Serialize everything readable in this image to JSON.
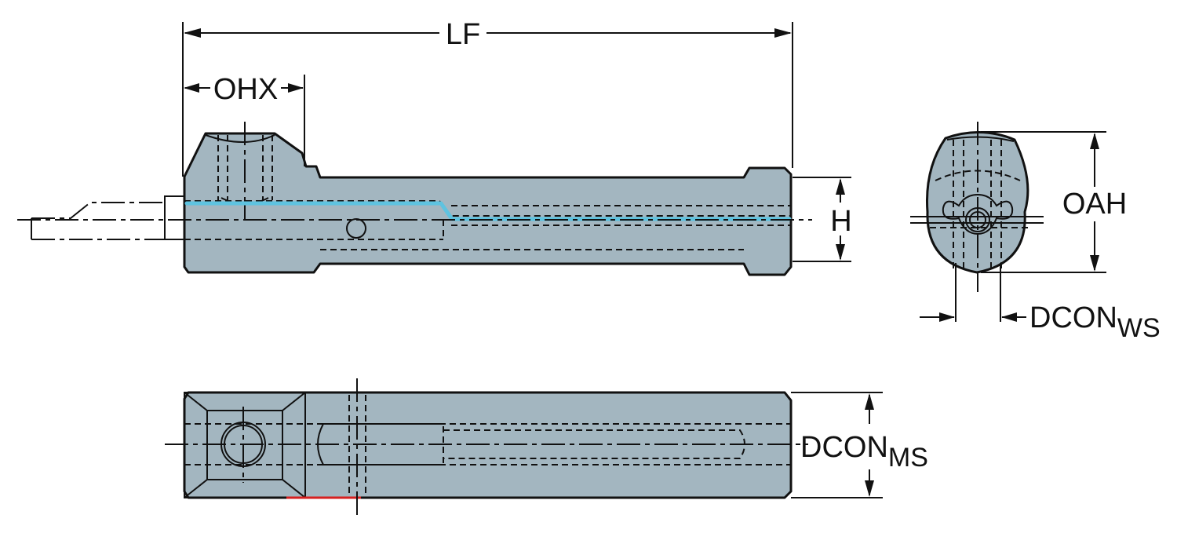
{
  "labels": {
    "lf": "LF",
    "ohx": "OHX",
    "h": "H",
    "oah": "OAH",
    "dcon_ws_main": "DCON",
    "dcon_ws_sub": "WS",
    "dcon_ms_main": "DCON",
    "dcon_ms_sub": "MS"
  },
  "colors": {
    "body_fill": "#a3b6c0",
    "coolant": "#5ec3e0",
    "highlight_edge": "#d62020",
    "line": "#111111"
  }
}
